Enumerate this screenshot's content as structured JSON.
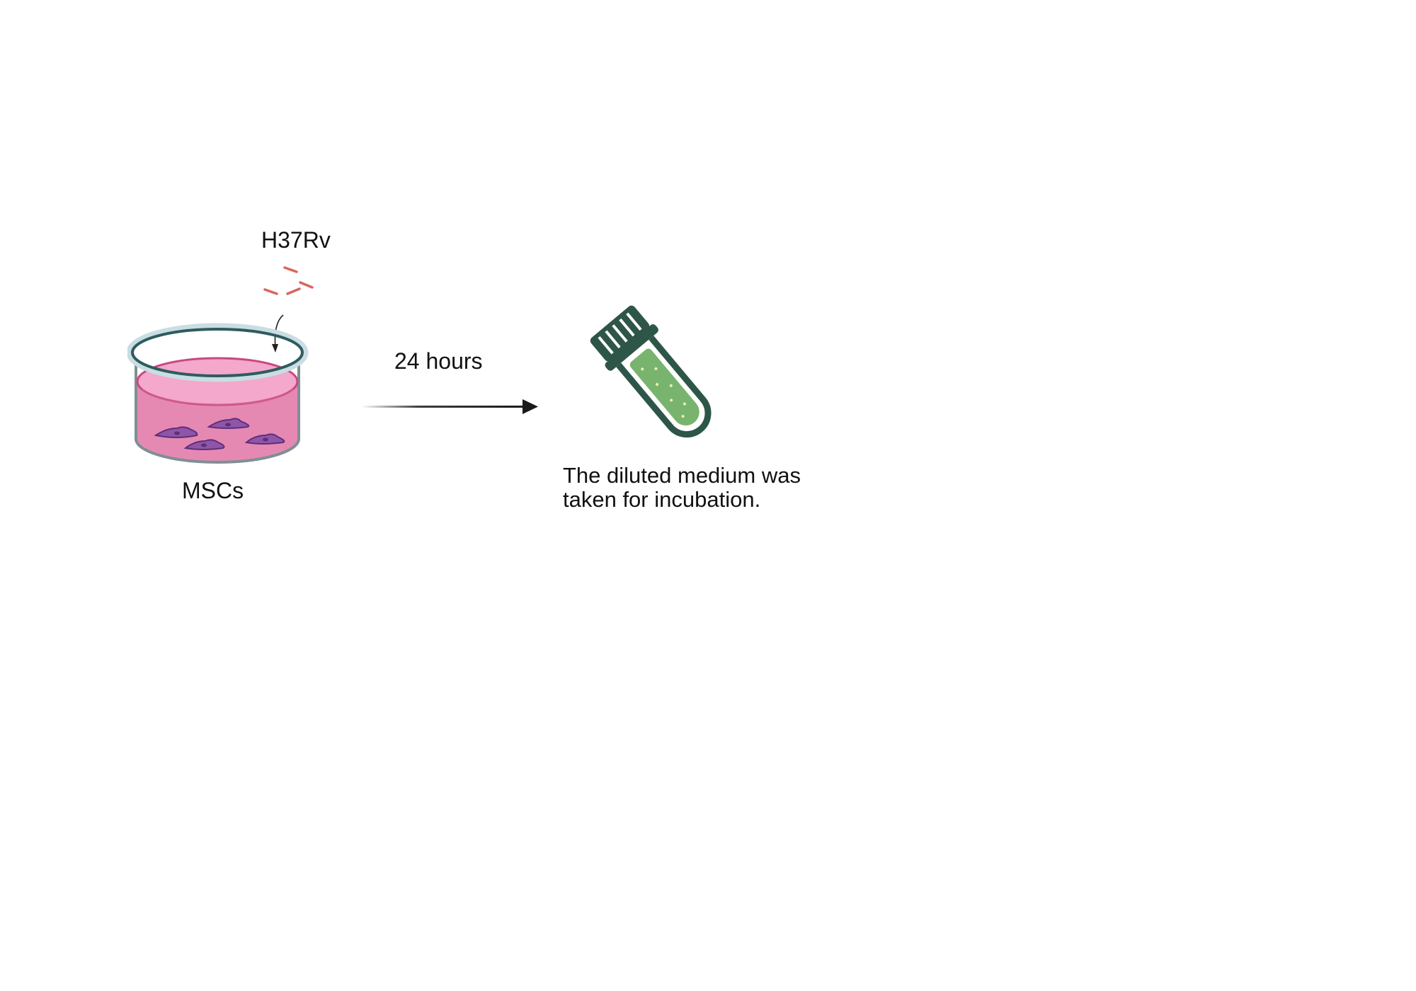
{
  "labels": {
    "bacteria": "H37Rv",
    "cells": "MSCs",
    "time": "24 hours",
    "description_line1": "The diluted medium was",
    "description_line2": "taken for incubation."
  },
  "colors": {
    "bacteria": "#d9655f",
    "dish_rim": "#2e5c5e",
    "dish_rim_outer": "#c9dde2",
    "medium_top": "#f3a8cc",
    "medium_body": "#e589b3",
    "medium_edge": "#c9497f",
    "cells": "#8f55a8",
    "cells_edge": "#5d2f78",
    "tube_outline": "#2e5648",
    "tube_liquid": "#79b46e",
    "arrow": "#1a1a1a"
  },
  "icons": {
    "dish": "petri-dish-icon",
    "tube": "test-tube-icon",
    "arrow": "right-arrow-icon"
  }
}
